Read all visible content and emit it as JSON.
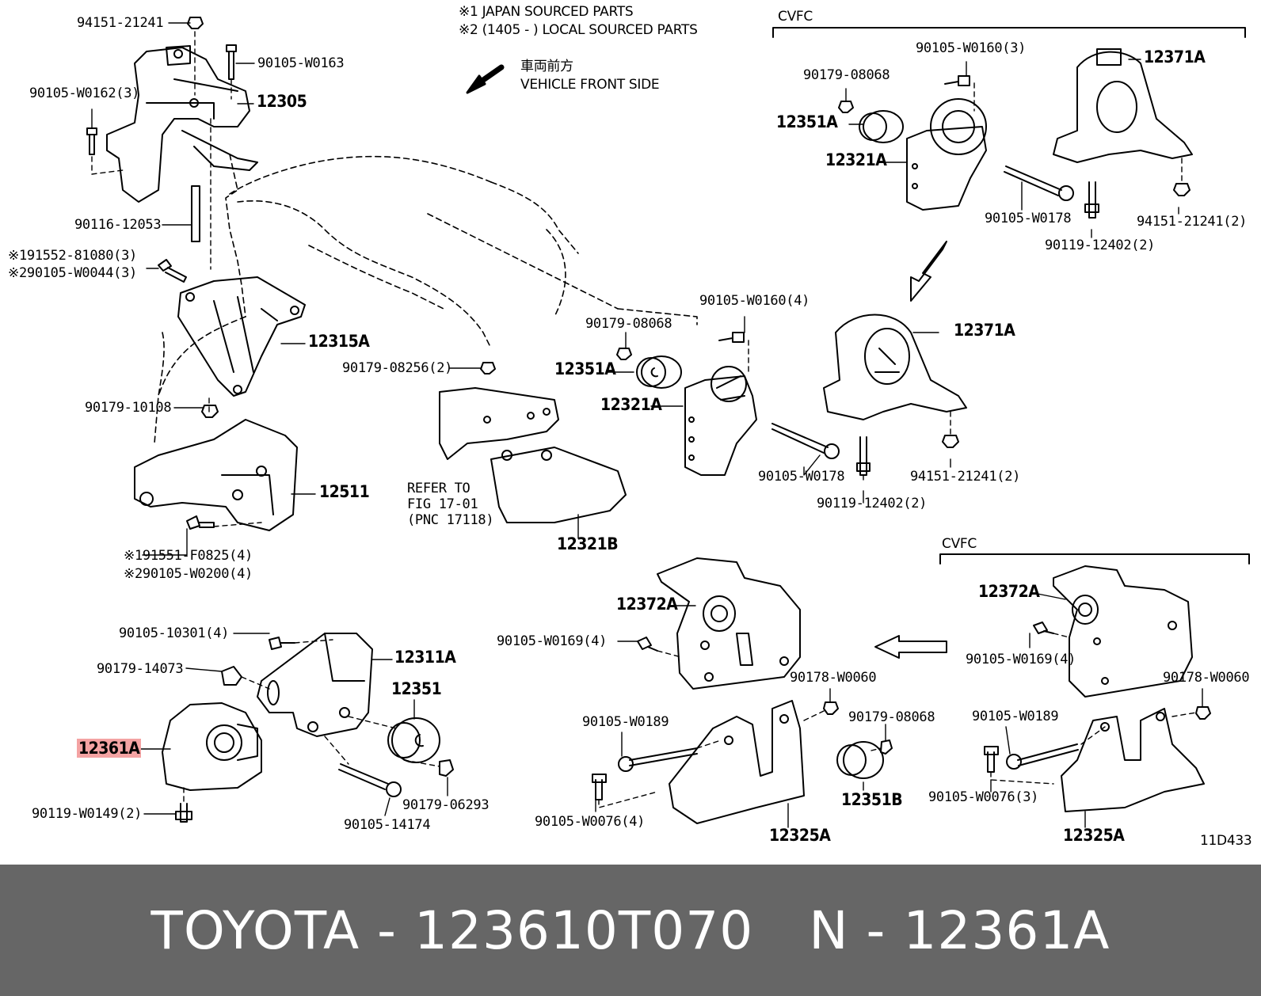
{
  "notes": {
    "note1": "※1 JAPAN SOURCED PARTS",
    "note2": "※2 (1405 -        ) LOCAL SOURCED PARTS",
    "front_jp": "車両前方",
    "front_en": "VEHICLE FRONT SIDE",
    "cvfc_top": "CVFC",
    "cvfc_bottom": "CVFC",
    "fig_id": "11D433"
  },
  "refer": {
    "line1": "REFER TO",
    "line2": "FIG 17-01",
    "line3": "(PNC 17118)"
  },
  "labels": {
    "l94151_21241": "94151-21241",
    "l90105_w0163": "90105-W0163",
    "l90105_w0162": "90105-W0162(3)",
    "l12305": "12305",
    "l90116_12053": "90116-12053",
    "l91552_81080": "※191552-81080(3)",
    "l90105_w0044": "※290105-W0044(3)",
    "l12315a": "12315A",
    "l90179_10108": "90179-10108",
    "l12511": "12511",
    "l91551_f0825": "※191551-F0825(4)",
    "l90105_w0200": "※290105-W0200(4)",
    "l90179_08256": "90179-08256(2)",
    "l12321b": "12321B",
    "l90179_08068_mid": "90179-08068",
    "l12351a_mid": "12351A",
    "l12321a_mid": "12321A",
    "l90105_w0160_mid": "90105-W0160(4)",
    "l90105_w0178_mid": "90105-W0178",
    "l90119_12402_mid": "90119-12402(2)",
    "l12371a_mid": "12371A",
    "l94151_21241_mid": "94151-21241(2)",
    "l90105_w0160_top": "90105-W0160(3)",
    "l90179_08068_top": "90179-08068",
    "l12351a_top": "12351A",
    "l12321a_top": "12321A",
    "l12371a_top": "12371A",
    "l90105_w0178_top": "90105-W0178",
    "l94151_21241_top": "94151-21241(2)",
    "l90119_12402_top": "90119-12402(2)",
    "l90105_10301": "90105-10301(4)",
    "l12311a": "12311A",
    "l90179_14073": "90179-14073",
    "l12351": "12351",
    "l12361a": "12361A",
    "l90119_w0149": "90119-W0149(2)",
    "l90179_06293": "90179-06293",
    "l90105_14174": "90105-14174",
    "l12372a_mid": "12372A",
    "l90105_w0169_mid": "90105-W0169(4)",
    "l90178_w0060_mid": "90178-W0060",
    "l90105_w0189_mid": "90105-W0189",
    "l90179_08068_bot": "90179-08068",
    "l12351b": "12351B",
    "l90105_w0076_mid": "90105-W0076(4)",
    "l12325a_mid": "12325A",
    "l12372a_right": "12372A",
    "l90105_w0169_right": "90105-W0169(4)",
    "l90178_w0060_right": "90178-W0060",
    "l90105_w0189_right": "90105-W0189",
    "l90105_w0076_right": "90105-W0076(3)",
    "l12325a_right": "12325A"
  },
  "footer": {
    "left": "TOYOTA - 123610T070",
    "right": "N - 12361A"
  },
  "colors": {
    "highlight": "#f4a3a3",
    "footer_bg": "#666666",
    "footer_text": "#ffffff"
  }
}
